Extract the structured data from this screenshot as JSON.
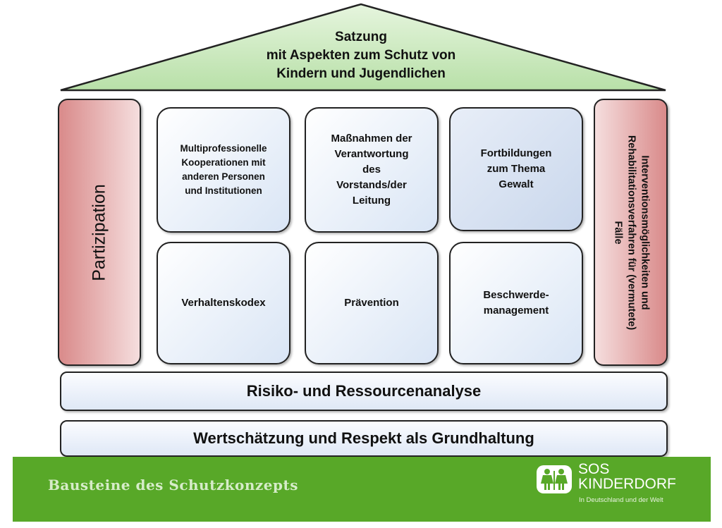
{
  "roof": {
    "lines": [
      "Satzung",
      "mit Aspekten zum Schutz von",
      "Kindern und Jugendlichen"
    ]
  },
  "pillars": {
    "left": {
      "label": "Partizipation"
    },
    "right": {
      "lines": [
        "Interventionsmöglichkeiten und",
        "Rehabilitationsverfahren für (vermutete)",
        "Fälle"
      ]
    }
  },
  "boxes": [
    {
      "lines": [
        "Multiprofessionelle",
        "Kooperationen mit",
        "anderen Personen",
        "und Institutionen"
      ]
    },
    {
      "lines": [
        "Maßnahmen der",
        "Verantwortung",
        "des",
        "Vorstands/der",
        "Leitung"
      ]
    },
    {
      "lines": [
        "Fortbildungen",
        "zum Thema",
        "Gewalt"
      ]
    },
    {
      "lines": [
        "Verhaltenskodex"
      ]
    },
    {
      "lines": [
        "Prävention"
      ]
    },
    {
      "lines": [
        "Beschwerde-",
        "management"
      ]
    }
  ],
  "bars": {
    "analysis": "Risiko- und Ressourcenanalyse",
    "foundation": "Wertschätzung und Respekt als Grundhaltung"
  },
  "footer": {
    "title": "Bausteine des Schutzkonzepts",
    "logo": {
      "line1": "SOS",
      "line2": "KINDERDORF",
      "tagline": "In Deutschland und der Welt"
    }
  },
  "colors": {
    "footer_green": "#58a828",
    "pillar_red": "#d98a8a",
    "roof_green": "#b8e0a8"
  }
}
